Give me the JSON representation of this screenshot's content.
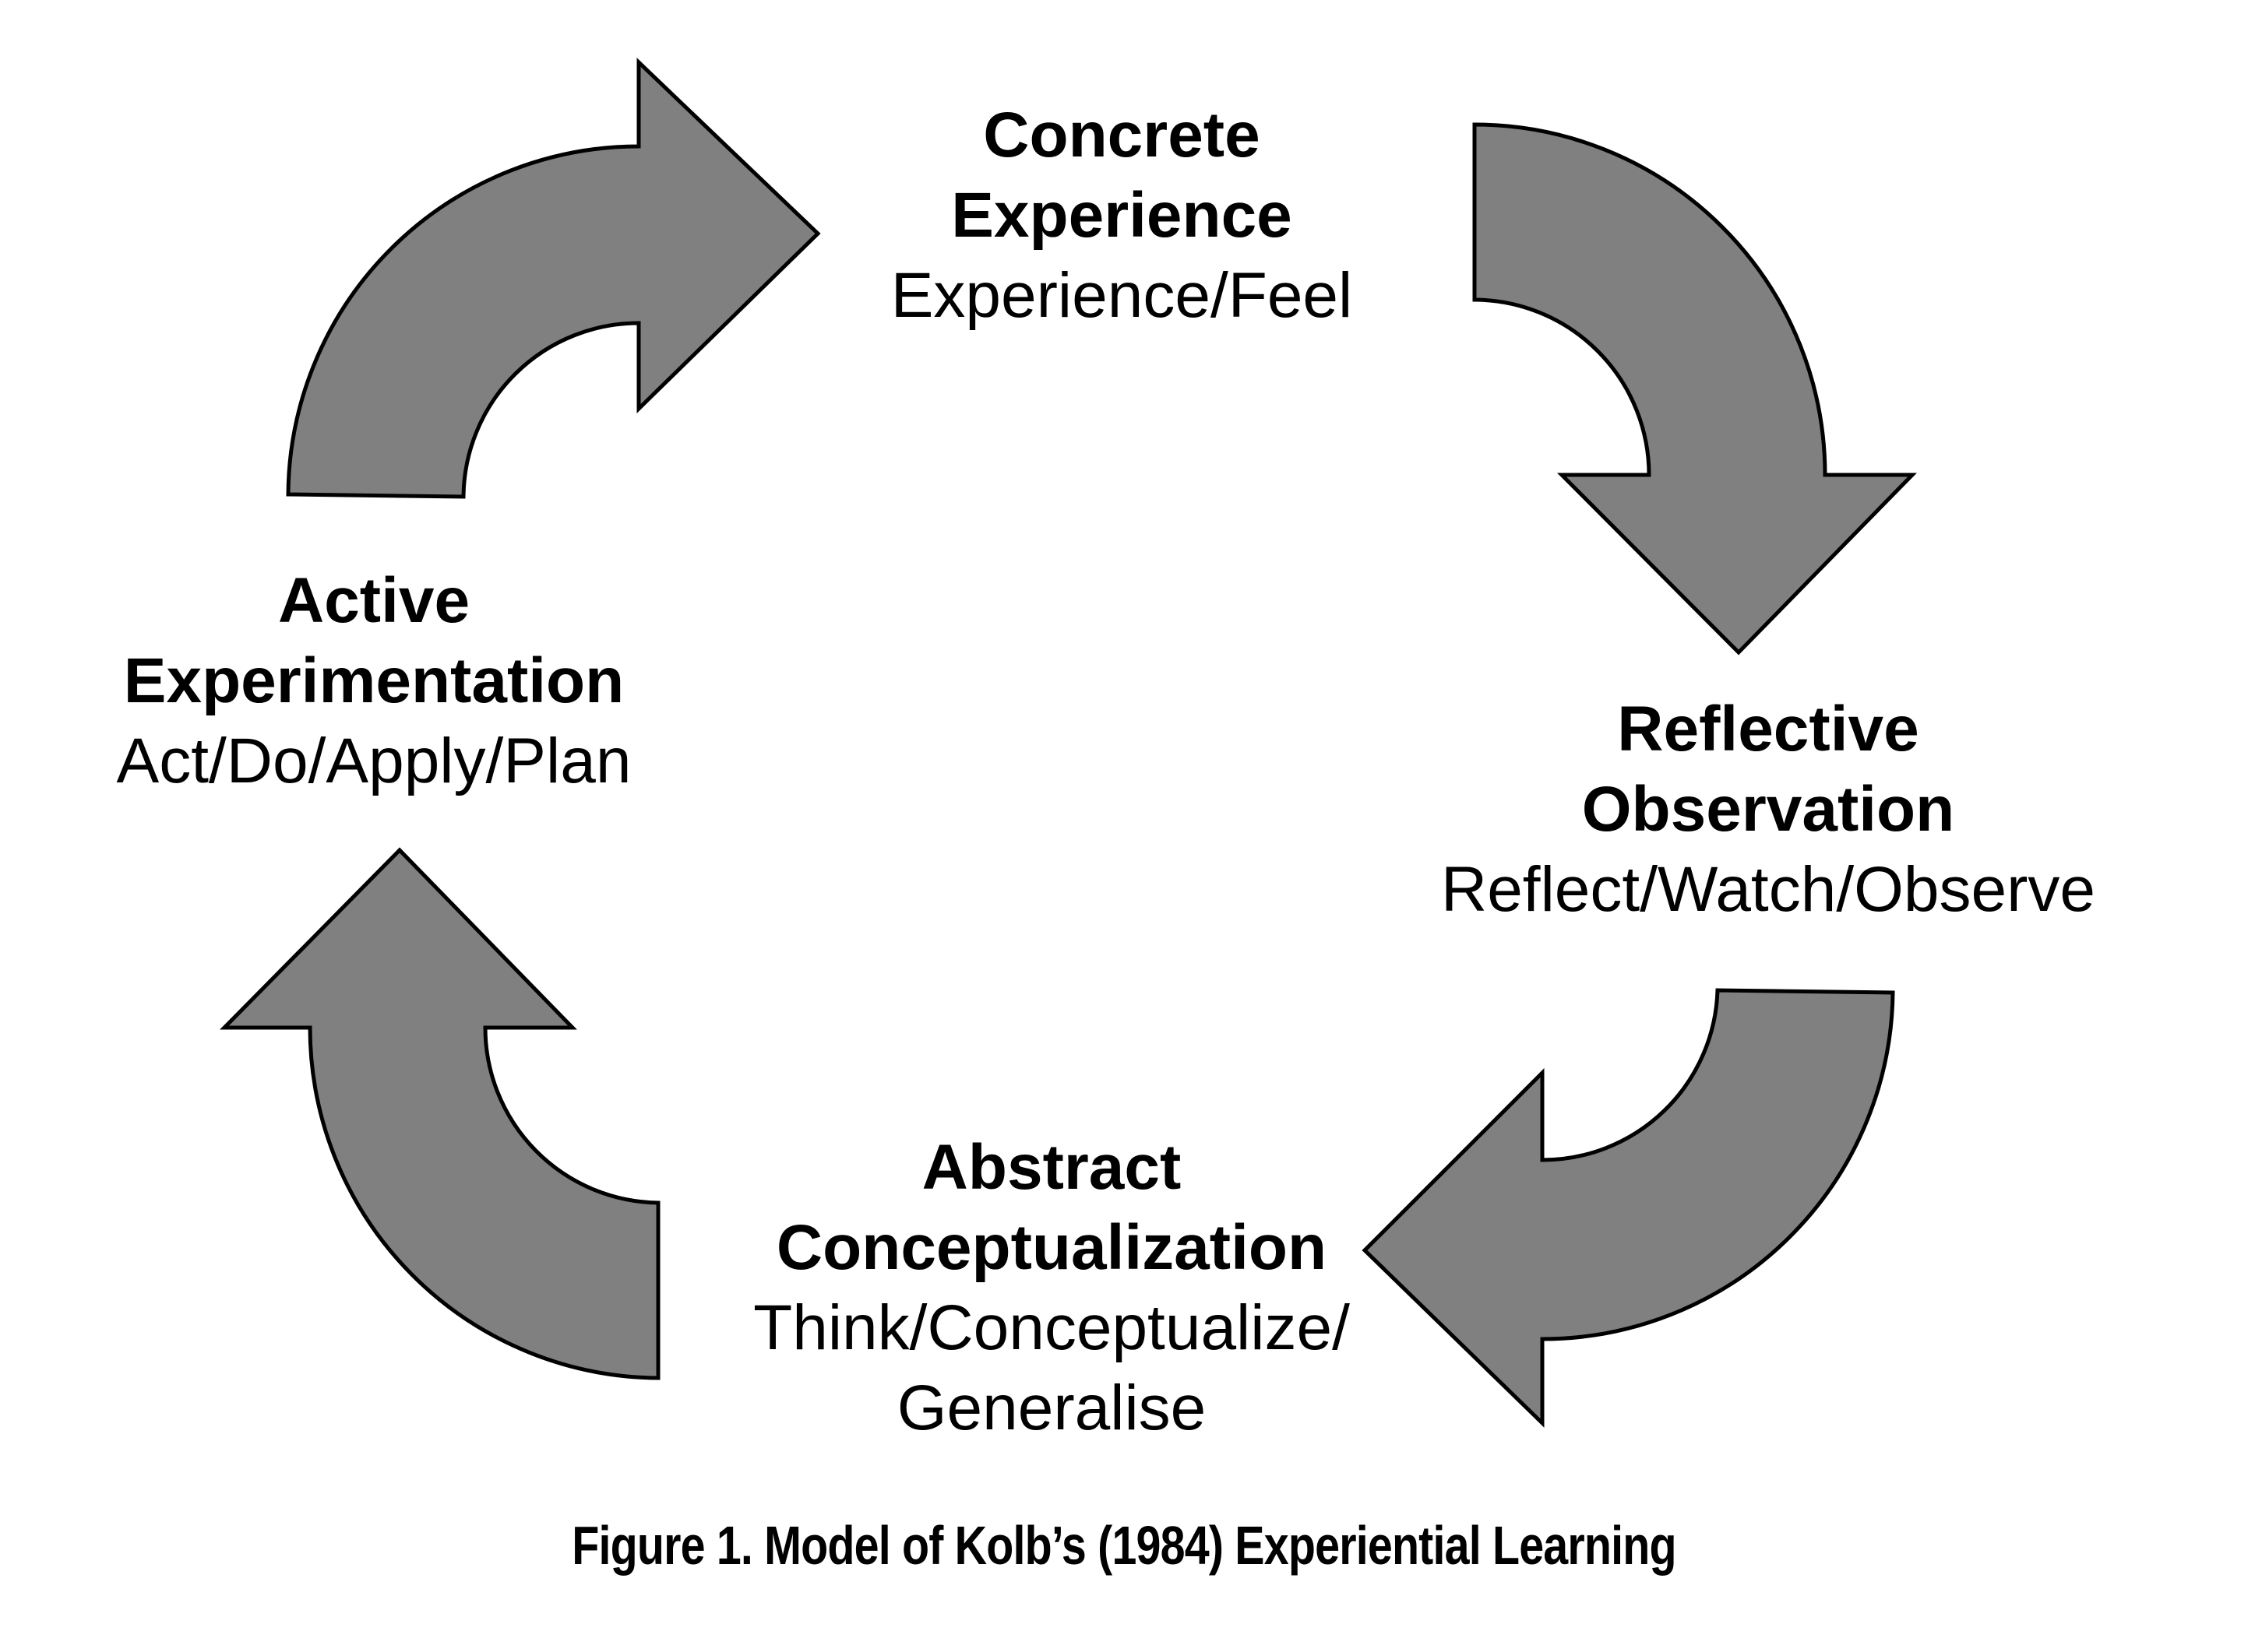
{
  "colors": {
    "arrow_fill": "#808080",
    "arrow_stroke": "#000000",
    "text": "#000000",
    "background": "#ffffff"
  },
  "stages": {
    "concrete": {
      "title_line1": "Concrete",
      "title_line2": "Experience",
      "desc_line1": "Experience/Feel"
    },
    "reflective": {
      "title_line1": "Reflective",
      "title_line2": "Observation",
      "desc_line1": "Reflect/Watch/Observe"
    },
    "abstract": {
      "title_line1": "Abstract",
      "title_line2": "Conceptualization",
      "desc_line1": "Think/Conceptualize/",
      "desc_line2": "Generalise"
    },
    "active": {
      "title_line1": "Active",
      "title_line2": "Experimentation",
      "desc_line1": "Act/Do/Apply/Plan"
    }
  },
  "caption": "Figure 1. Model of Kolb’s (1984) Experiential Learning"
}
